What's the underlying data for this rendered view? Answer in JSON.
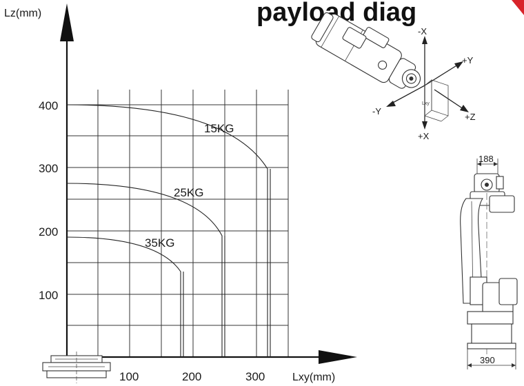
{
  "title_fragment": "payload diag",
  "axes": {
    "y_label": "Lz(mm)",
    "x_label": "Lxy(mm)",
    "y_ticks": [
      "400",
      "300",
      "200",
      "100"
    ],
    "x_ticks": [
      "100",
      "200",
      "300"
    ]
  },
  "curves": [
    {
      "label": "15KG",
      "lz_max": 400,
      "lxy_max": 310
    },
    {
      "label": "25KG",
      "lz_max": 275,
      "lxy_max": 245
    },
    {
      "label": "35KG",
      "lz_max": 190,
      "lxy_max": 180
    }
  ],
  "wrist_axes": {
    "neg_x": "-X",
    "pos_x": "+X",
    "neg_y": "-Y",
    "pos_y": "+Y",
    "pos_z": "+Z",
    "box_label": "Lxy"
  },
  "dimensions": {
    "top_width": "188",
    "base_width": "390"
  },
  "colors": {
    "accent": "#d8232a",
    "line": "#333333"
  }
}
